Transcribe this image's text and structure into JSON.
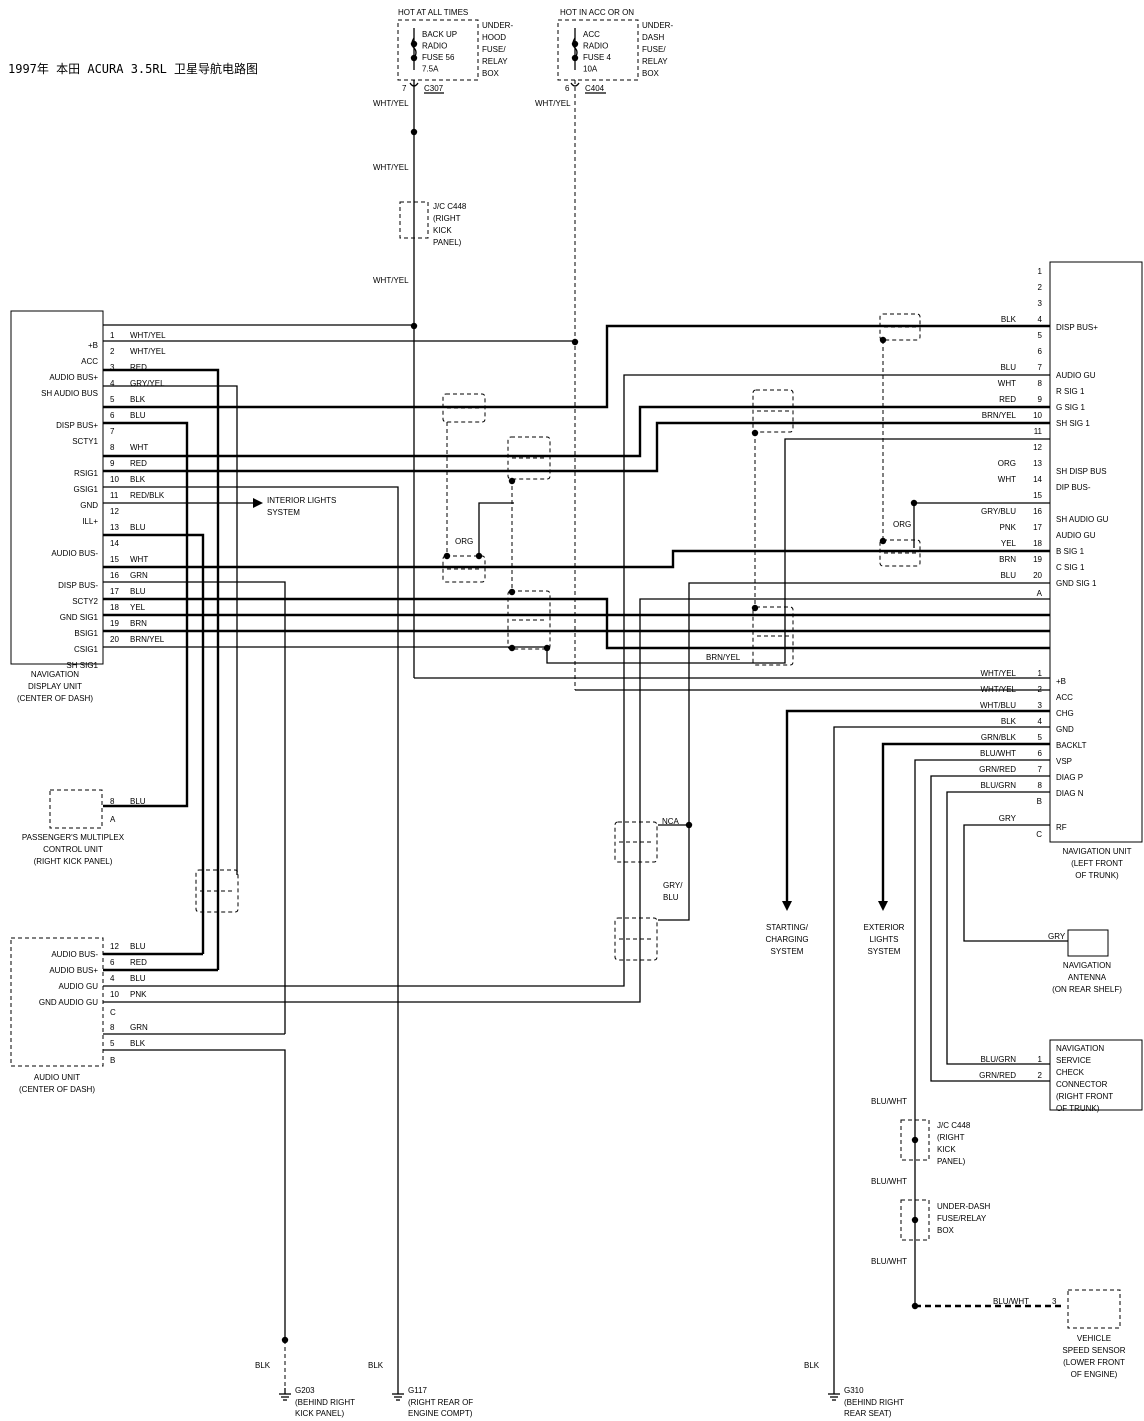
{
  "title": "1997年 本田 ACURA 3.5RL 卫星导航电路图",
  "top_fuses": {
    "left": {
      "header": "HOT AT ALL TIMES",
      "lines": [
        "BACK UP",
        "RADIO",
        "FUSE 56",
        "7.5A"
      ],
      "box": [
        "UNDER-",
        "HOOD",
        "FUSE/",
        "RELAY",
        "BOX"
      ],
      "pin": "7",
      "connector": "C307"
    },
    "right": {
      "header": "HOT IN ACC OR ON",
      "lines": [
        "ACC",
        "RADIO",
        "FUSE 4",
        "10A"
      ],
      "box": [
        "UNDER-",
        "DASH",
        "FUSE/",
        "RELAY",
        "BOX"
      ],
      "pin": "6",
      "connector": "C404"
    }
  },
  "wire_labels": {
    "wht_yel": "WHT/YEL",
    "blk": "BLK",
    "blu_wht": "BLU/WHT",
    "org": "ORG",
    "gry_blu": [
      "GRY/",
      "BLU"
    ],
    "nca": "NCA",
    "brn_yel": "BRN/YEL",
    "gry": "GRY"
  },
  "jc_top": [
    "J/C C448",
    "(RIGHT",
    "KICK",
    "PANEL)"
  ],
  "nav_display": {
    "caption": [
      "NAVIGATION",
      "DISPLAY UNIT",
      "(CENTER OF DASH)"
    ],
    "labels": [
      "+B",
      "ACC",
      "AUDIO BUS+",
      "SH AUDIO BUS",
      "DISP BUS+",
      "SCTY1",
      "RSIG1",
      "GSIG1",
      "GND",
      "ILL+",
      "AUDIO BUS-",
      "DISP BUS-",
      "SCTY2",
      "GND SIG1",
      "BSIG1",
      "CSIG1",
      "SH SIG1"
    ],
    "pins": [
      {
        "pin": "1",
        "wire": "WHT/YEL"
      },
      {
        "pin": "2",
        "wire": "WHT/YEL"
      },
      {
        "pin": "3",
        "wire": "RED"
      },
      {
        "pin": "4",
        "wire": "GRY/YEL"
      },
      {
        "pin": "5",
        "wire": "BLK"
      },
      {
        "pin": "6",
        "wire": "BLU"
      },
      {
        "pin": "7",
        "wire": ""
      },
      {
        "pin": "8",
        "wire": "WHT"
      },
      {
        "pin": "9",
        "wire": "RED"
      },
      {
        "pin": "10",
        "wire": "BLK"
      },
      {
        "pin": "11",
        "wire": "RED/BLK"
      },
      {
        "pin": "12",
        "wire": ""
      },
      {
        "pin": "13",
        "wire": "BLU"
      },
      {
        "pin": "14",
        "wire": ""
      },
      {
        "pin": "15",
        "wire": "WHT"
      },
      {
        "pin": "16",
        "wire": "GRN"
      },
      {
        "pin": "17",
        "wire": "BLU"
      },
      {
        "pin": "18",
        "wire": "YEL"
      },
      {
        "pin": "19",
        "wire": "BRN"
      },
      {
        "pin": "20",
        "wire": "BRN/YEL"
      }
    ]
  },
  "interior_lights": [
    "INTERIOR LIGHTS",
    "SYSTEM"
  ],
  "multiplex": {
    "caption": [
      "PASSENGER'S MULTIPLEX",
      "CONTROL UNIT",
      "(RIGHT KICK PANEL)"
    ],
    "pin": "8",
    "wire": "BLU",
    "conn": "A"
  },
  "audio_unit": {
    "caption": [
      "AUDIO UNIT",
      "(CENTER OF DASH)"
    ],
    "labels": [
      "AUDIO BUS-",
      "AUDIO BUS+",
      "AUDIO GU",
      "GND AUDIO GU"
    ],
    "pins": [
      {
        "pin": "12",
        "wire": "BLU"
      },
      {
        "pin": "6",
        "wire": "RED"
      },
      {
        "pin": "4",
        "wire": "BLU"
      },
      {
        "pin": "10",
        "wire": "PNK"
      },
      {
        "pin": "8",
        "wire": "GRN"
      },
      {
        "pin": "5",
        "wire": "BLK"
      }
    ],
    "conn_c": "C",
    "conn_b": "B"
  },
  "nav_unit": {
    "caption": [
      "NAVIGATION UNIT",
      "(LEFT FRONT",
      "OF TRUNK)"
    ],
    "pins_b": [
      {
        "pin": "1",
        "wire": "",
        "label": ""
      },
      {
        "pin": "2",
        "wire": "",
        "label": ""
      },
      {
        "pin": "3",
        "wire": "",
        "label": ""
      },
      {
        "pin": "4",
        "wire": "BLK",
        "label": "DISP BUS+"
      },
      {
        "pin": "5",
        "wire": "",
        "label": ""
      },
      {
        "pin": "6",
        "wire": "",
        "label": ""
      },
      {
        "pin": "7",
        "wire": "BLU",
        "label": "AUDIO GU"
      },
      {
        "pin": "8",
        "wire": "WHT",
        "label": "R SIG 1"
      },
      {
        "pin": "9",
        "wire": "RED",
        "label": "G SIG 1"
      },
      {
        "pin": "10",
        "wire": "BRN/YEL",
        "label": "SH SIG 1"
      },
      {
        "pin": "11",
        "wire": "",
        "label": ""
      },
      {
        "pin": "12",
        "wire": "",
        "label": ""
      },
      {
        "pin": "13",
        "wire": "ORG",
        "label": "SH DISP BUS"
      },
      {
        "pin": "14",
        "wire": "WHT",
        "label": "DIP BUS-"
      },
      {
        "pin": "15",
        "wire": "",
        "label": ""
      },
      {
        "pin": "16",
        "wire": "GRY/BLU",
        "label": "SH AUDIO GU"
      },
      {
        "pin": "17",
        "wire": "PNK",
        "label": "AUDIO GU"
      },
      {
        "pin": "18",
        "wire": "YEL",
        "label": "B SIG 1"
      },
      {
        "pin": "19",
        "wire": "BRN",
        "label": "C SIG 1"
      },
      {
        "pin": "20",
        "wire": "BLU",
        "label": "GND SIG 1"
      }
    ],
    "conn_a": "A",
    "pins_a": [
      {
        "pin": "1",
        "wire": "WHT/YEL",
        "label": "+B"
      },
      {
        "pin": "2",
        "wire": "WHT/YEL",
        "label": "ACC"
      },
      {
        "pin": "3",
        "wire": "WHT/BLU",
        "label": "CHG"
      },
      {
        "pin": "4",
        "wire": "BLK",
        "label": "GND"
      },
      {
        "pin": "5",
        "wire": "GRN/BLK",
        "label": "BACKLT"
      },
      {
        "pin": "6",
        "wire": "BLU/WHT",
        "label": "VSP"
      },
      {
        "pin": "7",
        "wire": "GRN/RED",
        "label": "DIAG P"
      },
      {
        "pin": "8",
        "wire": "BLU/GRN",
        "label": "DIAG N"
      }
    ],
    "conn_b": "B",
    "rf": {
      "wire": "GRY",
      "label": "RF",
      "conn": "C"
    }
  },
  "starting": [
    "STARTING/",
    "CHARGING",
    "SYSTEM"
  ],
  "exterior": [
    "EXTERIOR",
    "LIGHTS",
    "SYSTEM"
  ],
  "antenna": {
    "wire": "GRY",
    "caption": [
      "NAVIGATION",
      "ANTENNA",
      "(ON REAR SHELF)"
    ]
  },
  "service": {
    "caption": [
      "NAVIGATION",
      "SERVICE",
      "CHECK",
      "CONNECTOR",
      "(RIGHT FRONT",
      "OF TRUNK)"
    ],
    "pins": [
      {
        "pin": "1",
        "wire": "BLU/GRN"
      },
      {
        "pin": "2",
        "wire": "GRN/RED"
      }
    ]
  },
  "jc_bottom": [
    "J/C C448",
    "(RIGHT",
    "KICK",
    "PANEL)"
  ],
  "underdash_box": [
    "UNDER-DASH",
    "FUSE/RELAY",
    "BOX"
  ],
  "speed_sensor": {
    "pin": "3",
    "wire": "BLU/WHT",
    "caption": [
      "VEHICLE",
      "SPEED SENSOR",
      "(LOWER FRONT",
      "OF ENGINE)"
    ]
  },
  "grounds": [
    {
      "id": "G203",
      "lines": [
        "(BEHIND RIGHT",
        "KICK PANEL)"
      ]
    },
    {
      "id": "G117",
      "lines": [
        "(RIGHT REAR OF",
        "ENGINE COMPT)"
      ]
    },
    {
      "id": "G310",
      "lines": [
        "(BEHIND RIGHT",
        "REAR SEAT)"
      ]
    }
  ]
}
